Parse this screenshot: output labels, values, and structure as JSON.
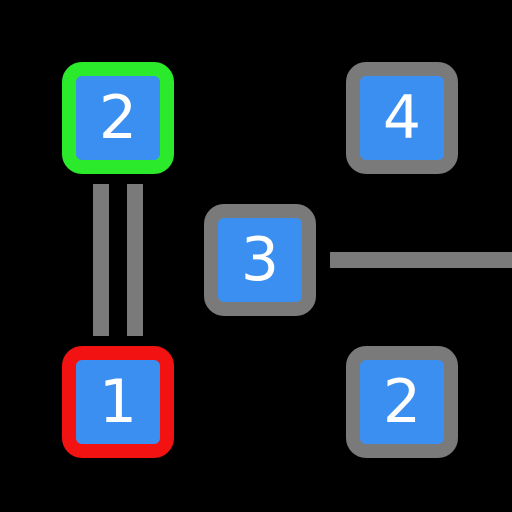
{
  "puzzle": {
    "islands": [
      {
        "id": "a",
        "value": "2",
        "state": "selected"
      },
      {
        "id": "b",
        "value": "4",
        "state": "normal"
      },
      {
        "id": "c",
        "value": "3",
        "state": "normal"
      },
      {
        "id": "d",
        "value": "1",
        "state": "error"
      },
      {
        "id": "e",
        "value": "2",
        "state": "normal"
      }
    ],
    "bridges": [
      {
        "from": "a",
        "to": "d",
        "count": 2
      },
      {
        "from": "c",
        "to": "offscreen-right",
        "count": 1
      }
    ]
  },
  "colors": {
    "background": "#000000",
    "island_fill": "#3b8ff0",
    "island_border": "#7a7a7a",
    "bridge": "#7a7a7a",
    "selected_border": "#2bea2b",
    "error_border": "#f21212",
    "number_text": "#ffffff"
  }
}
